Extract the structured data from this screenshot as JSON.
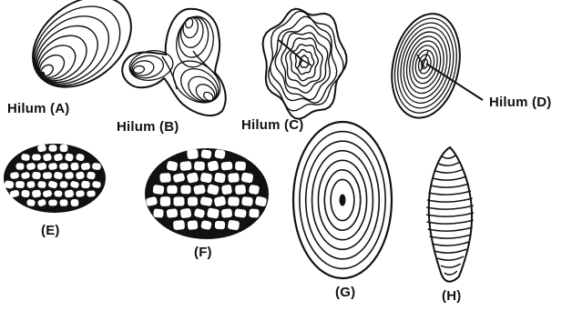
{
  "labels": {
    "a": "Hilum (A)",
    "b": "Hilum (B)",
    "c": "Hilum (C)",
    "d": "Hilum (D)",
    "e": "(E)",
    "f": "(F)",
    "g": "(G)",
    "h": "(H)"
  }
}
